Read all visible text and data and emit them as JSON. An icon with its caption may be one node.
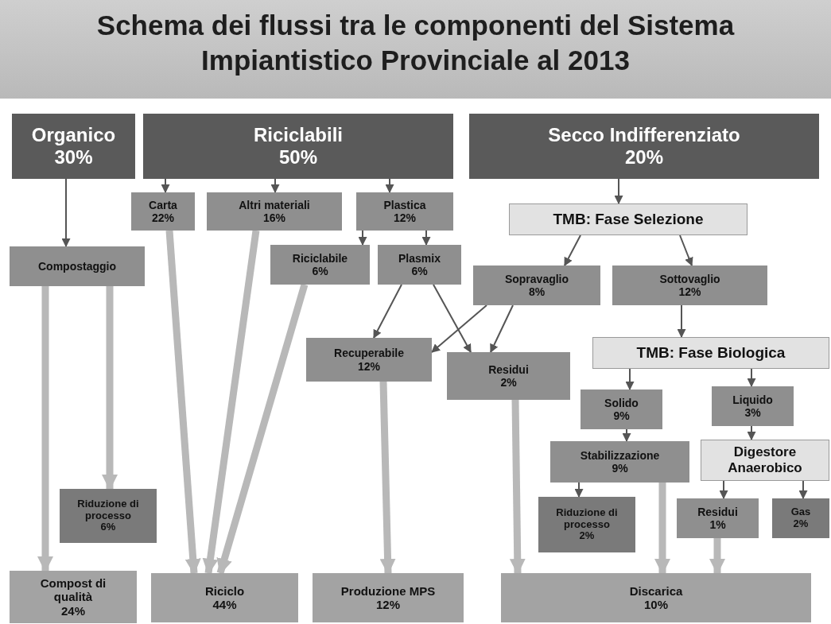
{
  "diagram": {
    "title": "Schema dei flussi tra le componenti del Sistema Impiantistico Provinciale al 2013",
    "nodes": [
      {
        "text": [
          "Organico",
          "30%"
        ]
      },
      {
        "text": [
          "Riciclabili",
          "50%"
        ]
      },
      {
        "text": [
          "Secco Indifferenziato",
          "20%"
        ]
      },
      {
        "text": [
          "Carta",
          "22%"
        ]
      },
      {
        "text": [
          "Altri materiali",
          "16%"
        ]
      },
      {
        "text": [
          "Plastica",
          "12%"
        ]
      },
      {
        "text": [
          "TMB: Fase Selezione"
        ]
      },
      {
        "text": [
          "Compostaggio"
        ]
      },
      {
        "text": [
          "Riciclabile",
          "6%"
        ]
      },
      {
        "text": [
          "Plasmix",
          "6%"
        ]
      },
      {
        "text": [
          "Sopravaglio",
          "8%"
        ]
      },
      {
        "text": [
          "Sottovaglio",
          "12%"
        ]
      },
      {
        "text": [
          "Recuperabile",
          "12%"
        ]
      },
      {
        "text": [
          "Residui",
          "2%"
        ]
      },
      {
        "text": [
          "TMB: Fase Biologica"
        ]
      },
      {
        "text": [
          "Solido",
          "9%"
        ]
      },
      {
        "text": [
          "Liquido",
          "3%"
        ]
      },
      {
        "text": [
          "Stabilizzazione",
          "9%"
        ]
      },
      {
        "text": [
          "Digestore Anaerobico"
        ]
      },
      {
        "text": [
          "Riduzione di processo",
          "6%"
        ]
      },
      {
        "text": [
          "Riduzione di processo",
          "2%"
        ]
      },
      {
        "text": [
          "Residui",
          "1%"
        ]
      },
      {
        "text": [
          "Gas",
          "2%"
        ]
      },
      {
        "text": [
          "Compost di qualità",
          "24%"
        ]
      },
      {
        "text": [
          "Riciclo",
          "44%"
        ]
      },
      {
        "text": [
          "Produzione MPS",
          "12%"
        ]
      },
      {
        "text": [
          "Discarica",
          "10%"
        ]
      }
    ],
    "edges": [
      {
        "from": 0,
        "to": 7,
        "arrow": "to"
      },
      {
        "from": 1,
        "to": 3,
        "arrow": "to"
      },
      {
        "from": 1,
        "to": 4,
        "arrow": "to"
      },
      {
        "from": 1,
        "to": 5,
        "arrow": "to"
      },
      {
        "from": 2,
        "to": 6,
        "arrow": "to"
      },
      {
        "from": 5,
        "to": 8,
        "arrow": "to"
      },
      {
        "from": 5,
        "to": 9,
        "arrow": "to"
      },
      {
        "from": 6,
        "to": 10,
        "arrow": "to"
      },
      {
        "from": 6,
        "to": 11,
        "arrow": "to"
      },
      {
        "from": 9,
        "to": 12,
        "arrow": "to"
      },
      {
        "from": 9,
        "to": 13,
        "arrow": "to"
      },
      {
        "from": 10,
        "to": 12,
        "arrow": "to"
      },
      {
        "from": 10,
        "to": 13,
        "arrow": "to"
      },
      {
        "from": 11,
        "to": 14,
        "arrow": "to"
      },
      {
        "from": 14,
        "to": 15,
        "arrow": "to"
      },
      {
        "from": 14,
        "to": 16,
        "arrow": "to"
      },
      {
        "from": 15,
        "to": 17,
        "arrow": "to"
      },
      {
        "from": 16,
        "to": 18,
        "arrow": "to"
      },
      {
        "from": 17,
        "to": 20,
        "arrow": "to"
      },
      {
        "from": 18,
        "to": 21,
        "arrow": "to"
      },
      {
        "from": 18,
        "to": 22,
        "arrow": "to"
      },
      {
        "from": 7,
        "to": 23,
        "arrow": "to",
        "style": "thick",
        "color": "#b8b8b8"
      },
      {
        "from": 7,
        "to": 19,
        "arrow": "to",
        "style": "thick",
        "color": "#b8b8b8"
      },
      {
        "from": 3,
        "to": 24,
        "arrow": "to",
        "style": "thick",
        "color": "#b8b8b8"
      },
      {
        "from": 4,
        "to": 24,
        "arrow": "to",
        "style": "thick",
        "color": "#b8b8b8"
      },
      {
        "from": 8,
        "to": 24,
        "arrow": "to",
        "style": "thick",
        "color": "#b8b8b8"
      },
      {
        "from": 12,
        "to": 25,
        "arrow": "to",
        "style": "thick",
        "color": "#b8b8b8"
      },
      {
        "from": 13,
        "to": 26,
        "arrow": "to",
        "style": "thick",
        "color": "#b8b8b8"
      },
      {
        "from": 17,
        "to": 26,
        "arrow": "to",
        "style": "thick",
        "color": "#b8b8b8"
      },
      {
        "from": 21,
        "to": 26,
        "arrow": "to",
        "style": "thick",
        "color": "#b8b8b8"
      }
    ]
  }
}
